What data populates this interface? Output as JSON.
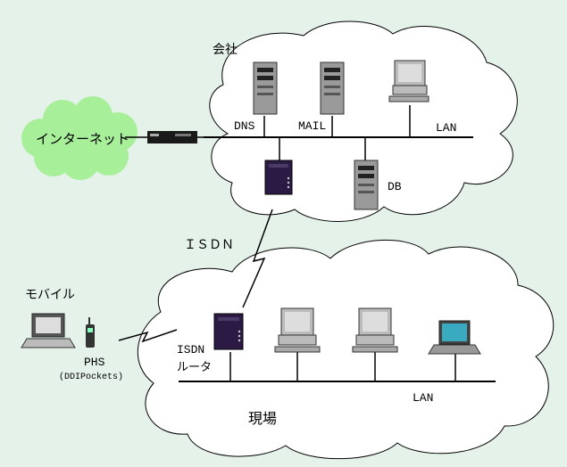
{
  "labels": {
    "company": "会社",
    "internet": "インターネット",
    "dns": "DNS",
    "mail": "MAIL",
    "lan_top": "LAN",
    "db": "DB",
    "isdn": "ＩＳＤＮ",
    "mobile": "モバイル",
    "phs": "PHS",
    "ddi": "(DDIPockets)",
    "isdn_router_1": "ISDN",
    "isdn_router_2": "ルータ",
    "lan_bottom": "LAN",
    "site": "現場"
  },
  "colors": {
    "background": "#e4f2ea",
    "cloud_fill": "#ffffff",
    "internet_cloud": "#a8ef9a",
    "line": "#000000",
    "router_body": "#2a1a44",
    "server_body": "#9a9a9a",
    "monitor_screen": "#cccccc",
    "laptop_screen": "#3aaac0"
  }
}
